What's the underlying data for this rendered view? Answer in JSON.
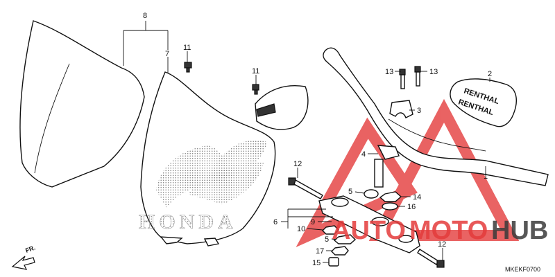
{
  "callouts": [
    {
      "id": "c8",
      "text": "8"
    },
    {
      "id": "c7",
      "text": "7"
    },
    {
      "id": "c11a",
      "text": "11"
    },
    {
      "id": "c11b",
      "text": "11"
    },
    {
      "id": "c13a",
      "text": "13"
    },
    {
      "id": "c13b",
      "text": "13"
    },
    {
      "id": "c2",
      "text": "2"
    },
    {
      "id": "c3",
      "text": "3"
    },
    {
      "id": "c4",
      "text": "4"
    },
    {
      "id": "c1",
      "text": "1"
    },
    {
      "id": "c12a",
      "text": "12"
    },
    {
      "id": "c5a",
      "text": "5"
    },
    {
      "id": "c14",
      "text": "14"
    },
    {
      "id": "c16",
      "text": "16"
    },
    {
      "id": "c6",
      "text": "6"
    },
    {
      "id": "c9",
      "text": "9"
    },
    {
      "id": "c10",
      "text": "10"
    },
    {
      "id": "c5b",
      "text": "5"
    },
    {
      "id": "c17",
      "text": "17"
    },
    {
      "id": "c15",
      "text": "15"
    },
    {
      "id": "c12b",
      "text": "12"
    }
  ],
  "pad_brand": "RENTHAL",
  "plate_logo": "HONDA",
  "forward_label": "FR.",
  "diagram_code": "MKEKF0700",
  "watermark": {
    "left": "AUTO",
    "mid": "MOTO",
    "right": "HUB",
    "colors": {
      "red": "#e43c3c",
      "dark": "#3a3a3a"
    }
  }
}
